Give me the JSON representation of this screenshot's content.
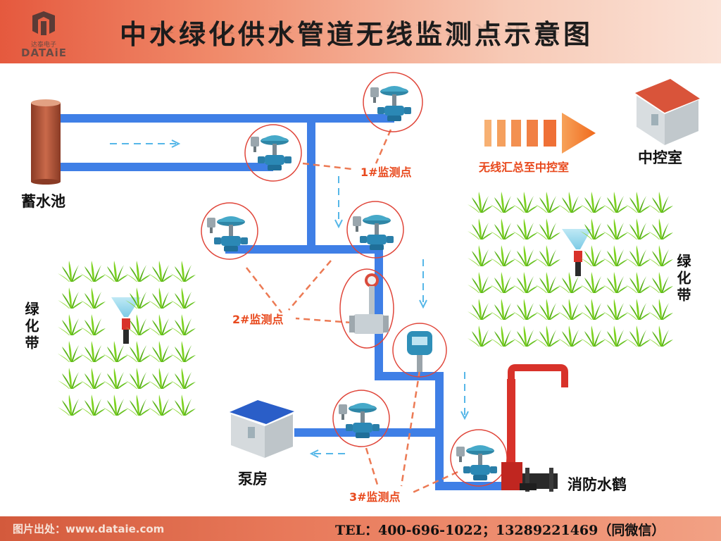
{
  "header": {
    "title": "中水绿化供水管道无线监测点示意图",
    "logo_small": "达泰电子",
    "logo_text": "DATAiE"
  },
  "labels": {
    "reservoir": "蓄水池",
    "control_room": "中控室",
    "wireless": "无线汇总至中控室",
    "green_right": "绿化带",
    "green_left": "绿化带",
    "pump_house": "泵房",
    "fire_crane": "消防水鹤",
    "point1": "1#监测点",
    "point2": "2#监测点",
    "point3": "3#监测点"
  },
  "footer": {
    "source": "图片出处：www.dataie.com",
    "contact": "TEL：400-696-1022；13289221469（同微信）"
  },
  "colors": {
    "pipe": "#3f7fe6",
    "accent": "#e8491d",
    "reservoir": "#b0563a",
    "grass": "#6cc01f",
    "valve": "#3aa0b8"
  },
  "icons": {
    "valve": "control-valve-icon",
    "flowmeter": "flowmeter-icon",
    "pressure": "pressure-transmitter-icon",
    "sprinkler": "sprinkler-icon",
    "house": "house-icon",
    "grass": "grass-icon"
  }
}
